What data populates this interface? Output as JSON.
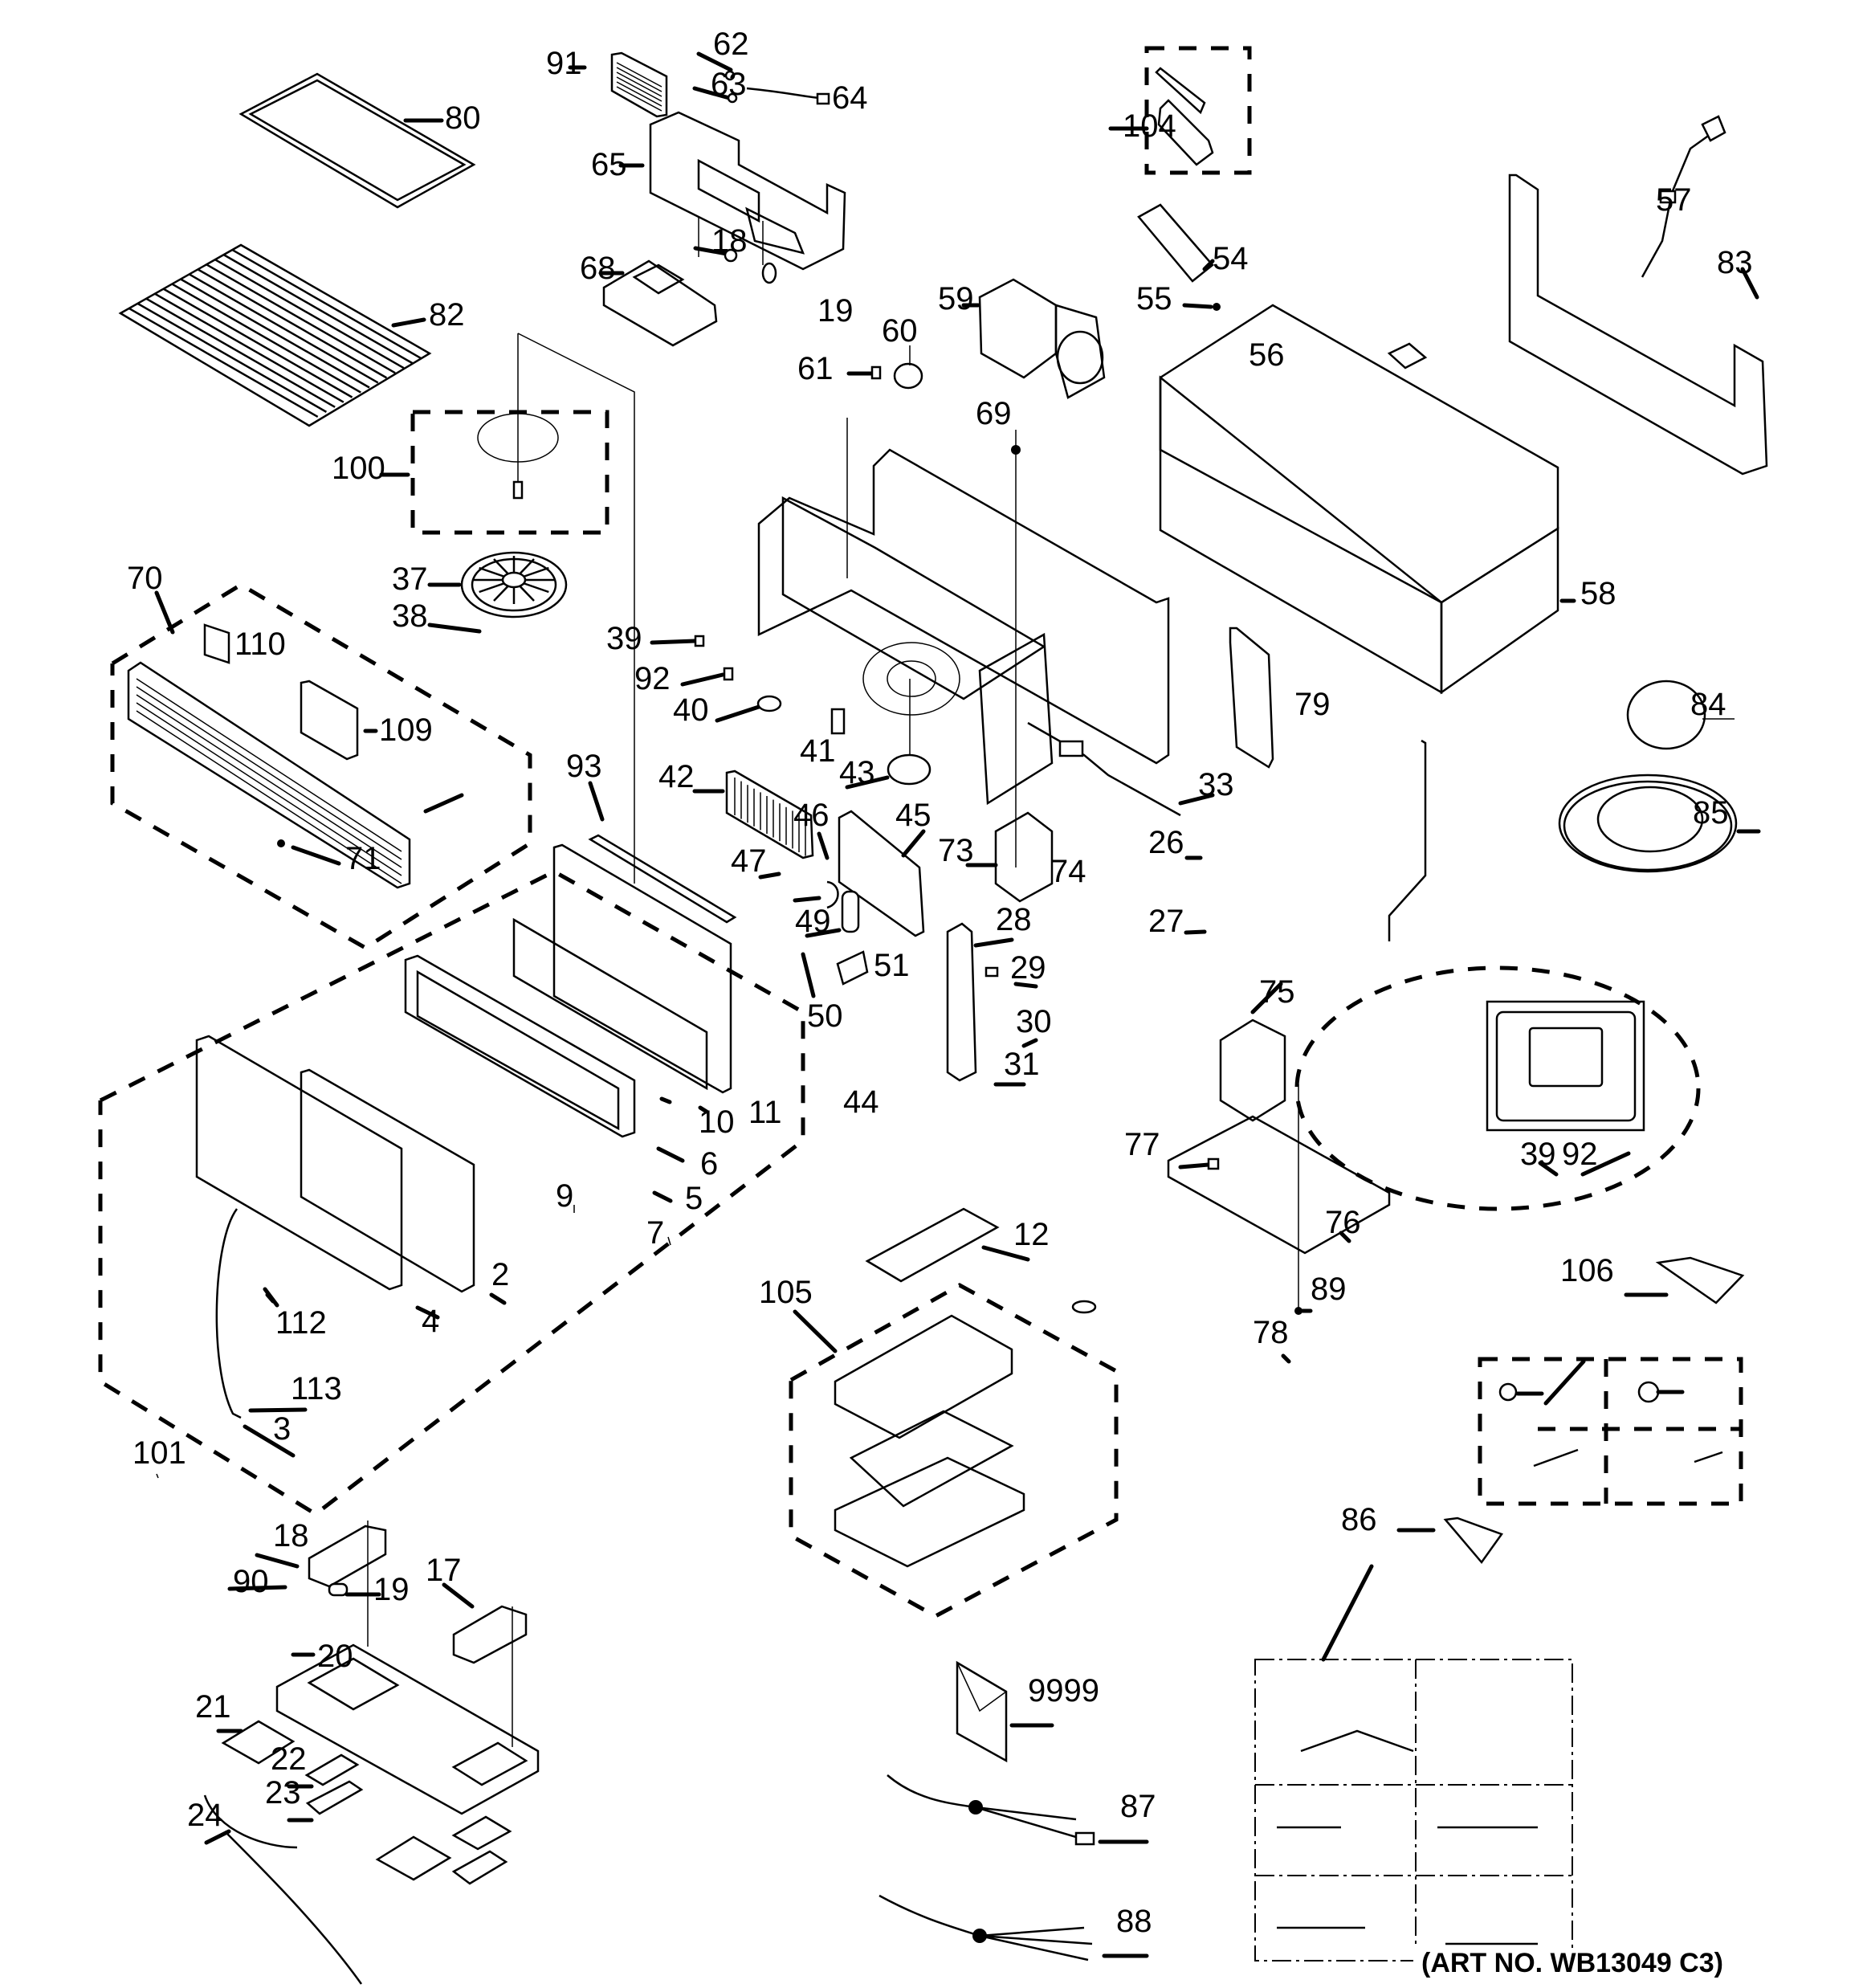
{
  "diagram": {
    "title": "Microwave oven exploded parts diagram",
    "caption": "(ART NO. WB13049 C3)",
    "callouts": {
      "c80": "80",
      "c82": "82",
      "c91": "91",
      "c62": "62",
      "c63": "63",
      "c64": "64",
      "c65": "65",
      "c18a": "18",
      "c19a": "19",
      "c68": "68",
      "c104": "104",
      "c54": "54",
      "c55": "55",
      "c56": "56",
      "c57": "57",
      "c83": "83",
      "c59": "59",
      "c60": "60",
      "c61": "61",
      "c69": "69",
      "c100": "100",
      "c37": "37",
      "c38": "38",
      "c58": "58",
      "c70": "70",
      "c110": "110",
      "c109": "109",
      "c71": "71",
      "c39a": "39",
      "c92a": "92",
      "c40": "40",
      "c41": "41",
      "c43": "43",
      "c79": "79",
      "c84": "84",
      "c85": "85",
      "c93": "93",
      "c42": "42",
      "c46": "46",
      "c45": "45",
      "c33": "33",
      "c26": "26",
      "c47": "47",
      "c73": "73",
      "c74": "74",
      "c49": "49",
      "c28": "28",
      "c27": "27",
      "c51": "51",
      "c29": "29",
      "c50": "50",
      "c30": "30",
      "c31": "31",
      "c75": "75",
      "c11": "11",
      "c10": "10",
      "c6": "6",
      "c5": "5",
      "c9": "9",
      "c7": "7",
      "c44": "44",
      "c77": "77",
      "c39b": "39",
      "c92b": "92",
      "c2": "2",
      "c12": "12",
      "c76": "76",
      "c112": "112",
      "c4": "4",
      "c105": "105",
      "c89": "89",
      "c78": "78",
      "c106": "106",
      "c113": "113",
      "c3": "3",
      "c101": "101",
      "c18b": "18",
      "c86": "86",
      "c90": "90",
      "c19b": "19",
      "c17": "17",
      "c20": "20",
      "c9999": "9999",
      "c21": "21",
      "c22": "22",
      "c23": "23",
      "c87": "87",
      "c24": "24",
      "c88": "88"
    }
  }
}
